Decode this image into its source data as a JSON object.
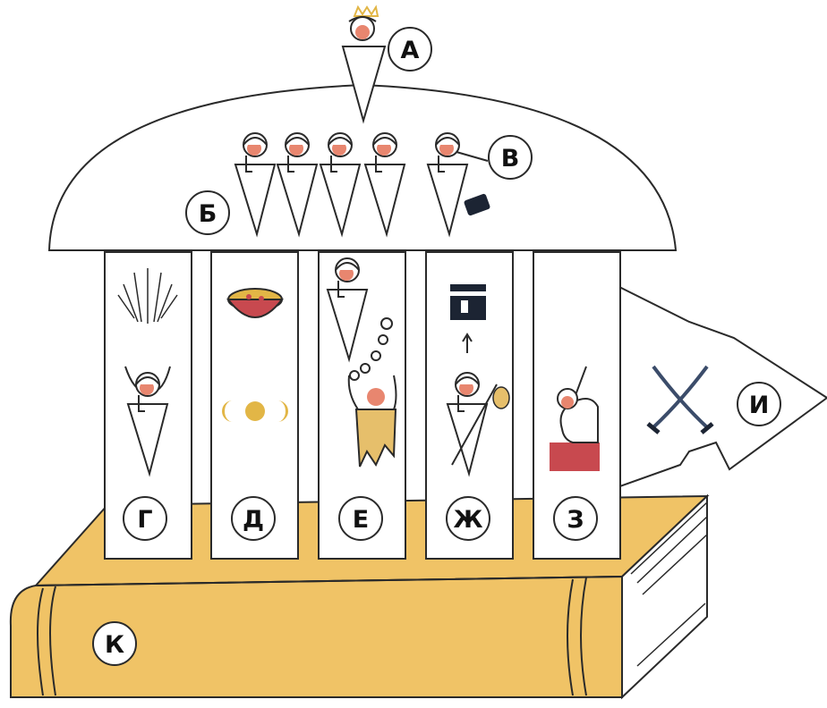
{
  "labels": {
    "a": "А",
    "b": "Б",
    "v": "В",
    "g": "Г",
    "d": "Д",
    "e": "Е",
    "zh": "Ж",
    "z": "З",
    "i": "И",
    "k": "К"
  },
  "colors": {
    "book": "#f0c366",
    "stroke": "#2a2a2a",
    "skin": "#e8866f",
    "crown": "#e2b646",
    "bowl": "#c8494f",
    "sun_moon": "#e2b646",
    "cloth": "#e6bf6b",
    "kaaba": "#1c2433",
    "prayer_mat": "#c8494f",
    "sword": "#3b4c6a"
  },
  "icons": [
    "crown-icon",
    "sun-rays-icon",
    "soup-bowl-icon",
    "crescent-moon-icon",
    "charity-coins-icon",
    "kaaba-icon",
    "pilgrim-icon",
    "prayer-mat-icon",
    "crossed-swords-icon",
    "book-icon"
  ]
}
